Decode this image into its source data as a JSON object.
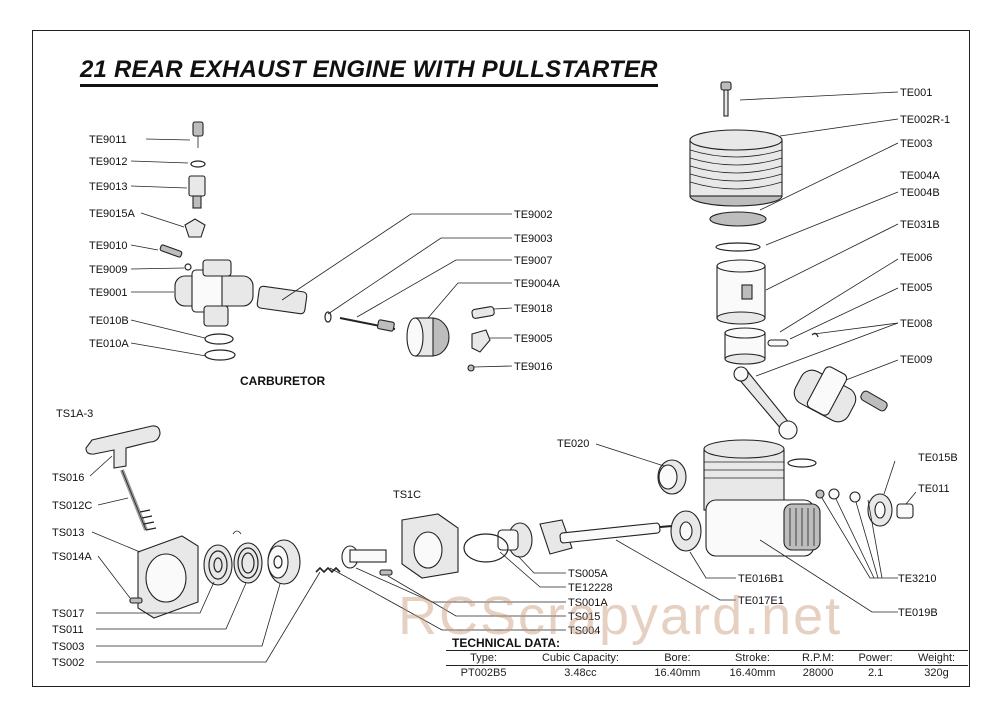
{
  "title": "21 REAR EXHAUST ENGINE WITH PULLSTARTER",
  "watermark": "RCScrapyard.net",
  "group_labels": {
    "carburetor": "CARBURETOR",
    "ts1a3": "TS1A-3",
    "ts1c": "TS1C"
  },
  "parts": {
    "TE9011": "TE9011",
    "TE9012": "TE9012",
    "TE9013": "TE9013",
    "TE9015A": "TE9015A",
    "TE9010": "TE9010",
    "TE9009": "TE9009",
    "TE9001": "TE9001",
    "TE010B": "TE010B",
    "TE010A": "TE010A",
    "TE9002": "TE9002",
    "TE9003": "TE9003",
    "TE9007": "TE9007",
    "TE9004A": "TE9004A",
    "TE9018": "TE9018",
    "TE9005": "TE9005",
    "TE9016": "TE9016",
    "TE001": "TE001",
    "TE002R1": "TE002R-1",
    "TE003": "TE003",
    "TE004A": "TE004A",
    "TE004B": "TE004B",
    "TE031B": "TE031B",
    "TE006": "TE006",
    "TE005": "TE005",
    "TE008": "TE008",
    "TE009": "TE009",
    "TE020": "TE020",
    "TE015B": "TE015B",
    "TE011": "TE011",
    "TE3210": "TE3210",
    "TE016B1": "TE016B1",
    "TE017E1": "TE017E1",
    "TE019B": "TE019B",
    "TS016": "TS016",
    "TS012C": "TS012C",
    "TS013": "TS013",
    "TS014A": "TS014A",
    "TS017": "TS017",
    "TS011": "TS011",
    "TS003": "TS003",
    "TS002": "TS002",
    "TS005A": "TS005A",
    "TE12228": "TE12228",
    "TS001A": "TS001A",
    "TS015": "TS015",
    "TS004": "TS004"
  },
  "tech_data": {
    "title": "TECHNICAL DATA:",
    "headers": [
      "Type:",
      "Cubic Capacity:",
      "Bore:",
      "Stroke:",
      "R.P.M:",
      "Power:",
      "Weight:"
    ],
    "values": [
      "PT002B5",
      "3.48cc",
      "16.40mm",
      "16.40mm",
      "28000",
      "2.1",
      "320g"
    ]
  }
}
